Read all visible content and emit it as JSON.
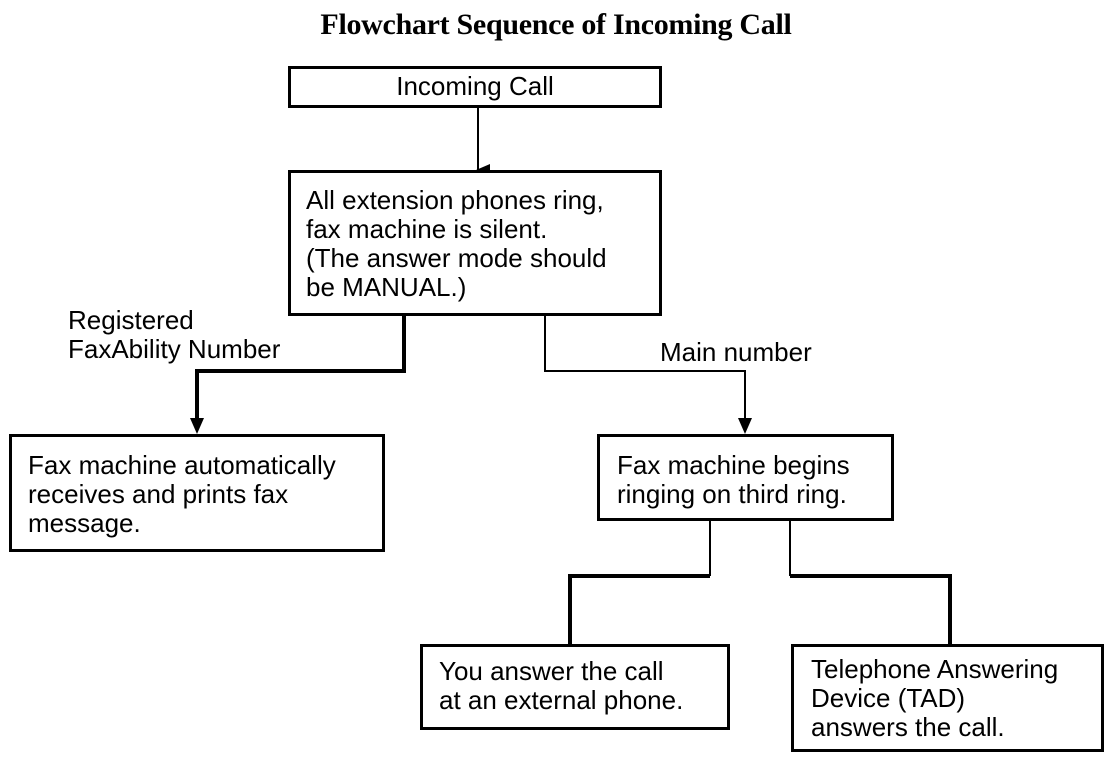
{
  "title": "Flowchart Sequence of Incoming Call",
  "nodes": {
    "incoming_call": [
      "Incoming Call"
    ],
    "extensions_ring": [
      "All extension phones ring,",
      "fax machine is silent.",
      "(The answer mode should",
      "be MANUAL.)"
    ],
    "fax_receives": [
      "Fax machine automatically",
      "receives and prints fax",
      "message."
    ],
    "fax_rings": [
      "Fax machine begins",
      "ringing on third ring."
    ],
    "you_answer": [
      "You answer the call",
      "at an external phone."
    ],
    "tad_answers": [
      "Telephone Answering",
      "Device (TAD)",
      "answers the call."
    ]
  },
  "edge_labels": {
    "registered": [
      "Registered",
      "FaxAbility Number"
    ],
    "main": [
      "Main number"
    ]
  },
  "colors": {
    "line": "#000000",
    "background": "#ffffff"
  }
}
